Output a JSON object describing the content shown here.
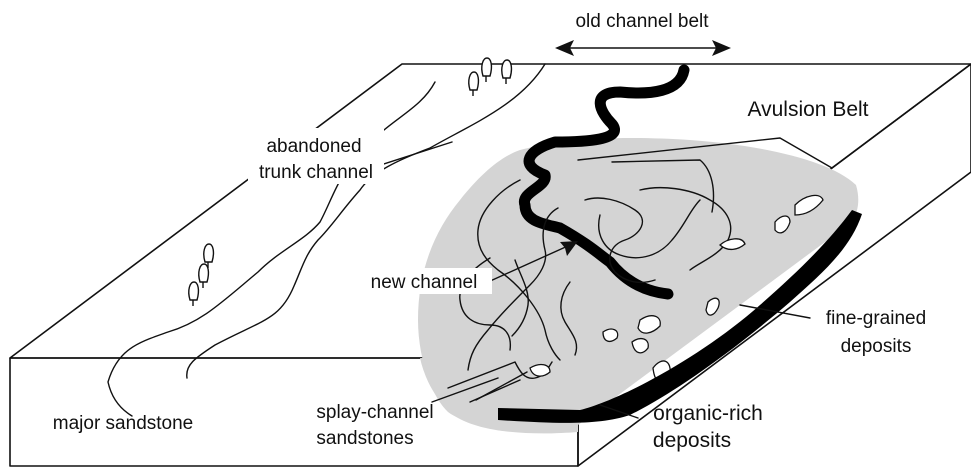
{
  "labels": {
    "old_channel_belt": "old channel belt",
    "avulsion_belt": "Avulsion Belt",
    "abandoned_trunk_channel_line1": "abandoned",
    "abandoned_trunk_channel_line2": "trunk channel",
    "new_channel": "new channel",
    "fine_grained_line1": "fine-grained",
    "fine_grained_line2": "deposits",
    "major_sandstone": "major sandstone",
    "splay_channel_line1": "splay-channel",
    "splay_channel_line2": "sandstones",
    "organic_rich_line1": "organic-rich",
    "organic_rich_line2": "deposits"
  },
  "colors": {
    "line": "#111111",
    "avulsion_fill": "#d4d4d4",
    "background": "#ffffff"
  }
}
